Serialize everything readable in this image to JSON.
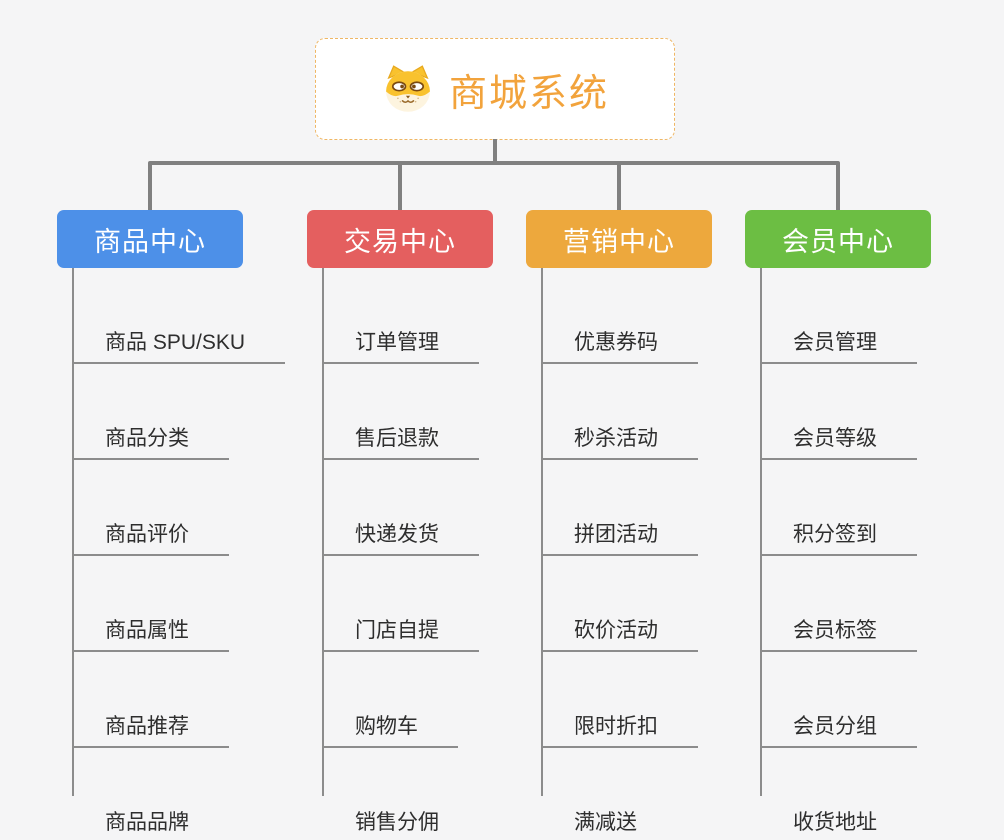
{
  "root": {
    "title": "商城系统",
    "icon": "shiba-dog-icon",
    "border_color": "#efb765",
    "title_color": "#f2a33c"
  },
  "branches": [
    {
      "label": "商品中心",
      "color": "#4d90e8",
      "items": [
        "商品 SPU/SKU",
        "商品分类",
        "商品评价",
        "商品属性",
        "商品推荐",
        "商品品牌"
      ]
    },
    {
      "label": "交易中心",
      "color": "#e45f5f",
      "items": [
        "订单管理",
        "售后退款",
        "快递发货",
        "门店自提",
        "购物车",
        "销售分佣"
      ]
    },
    {
      "label": "营销中心",
      "color": "#eda83d",
      "items": [
        "优惠券码",
        "秒杀活动",
        "拼团活动",
        "砍价活动",
        "限时折扣",
        "满减送"
      ]
    },
    {
      "label": "会员中心",
      "color": "#6cbe43",
      "items": [
        "会员管理",
        "会员等级",
        "积分签到",
        "会员标签",
        "会员分组",
        "收货地址"
      ]
    }
  ],
  "colors": {
    "background": "#f5f5f6",
    "connector": "#808080",
    "leaf_line": "#8c8c8c",
    "leaf_text": "#2e2e2e"
  }
}
